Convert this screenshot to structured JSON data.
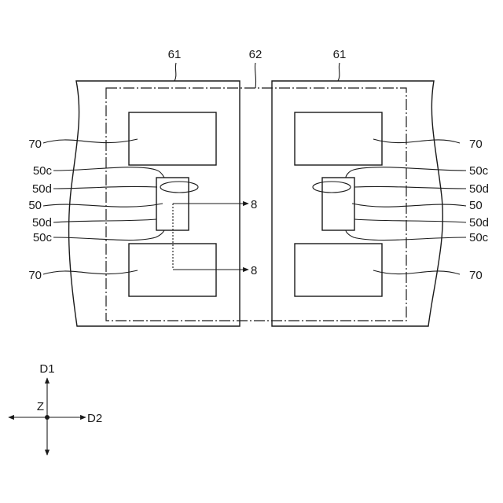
{
  "labels": {
    "region_left": "61",
    "region_gap": "62",
    "region_right": "61",
    "component_70": "70",
    "component_50": "50",
    "edge_50c": "50c",
    "edge_50d": "50d",
    "section_8": "8"
  },
  "axes": {
    "d1": "D1",
    "d2": "D2",
    "z": "Z"
  }
}
